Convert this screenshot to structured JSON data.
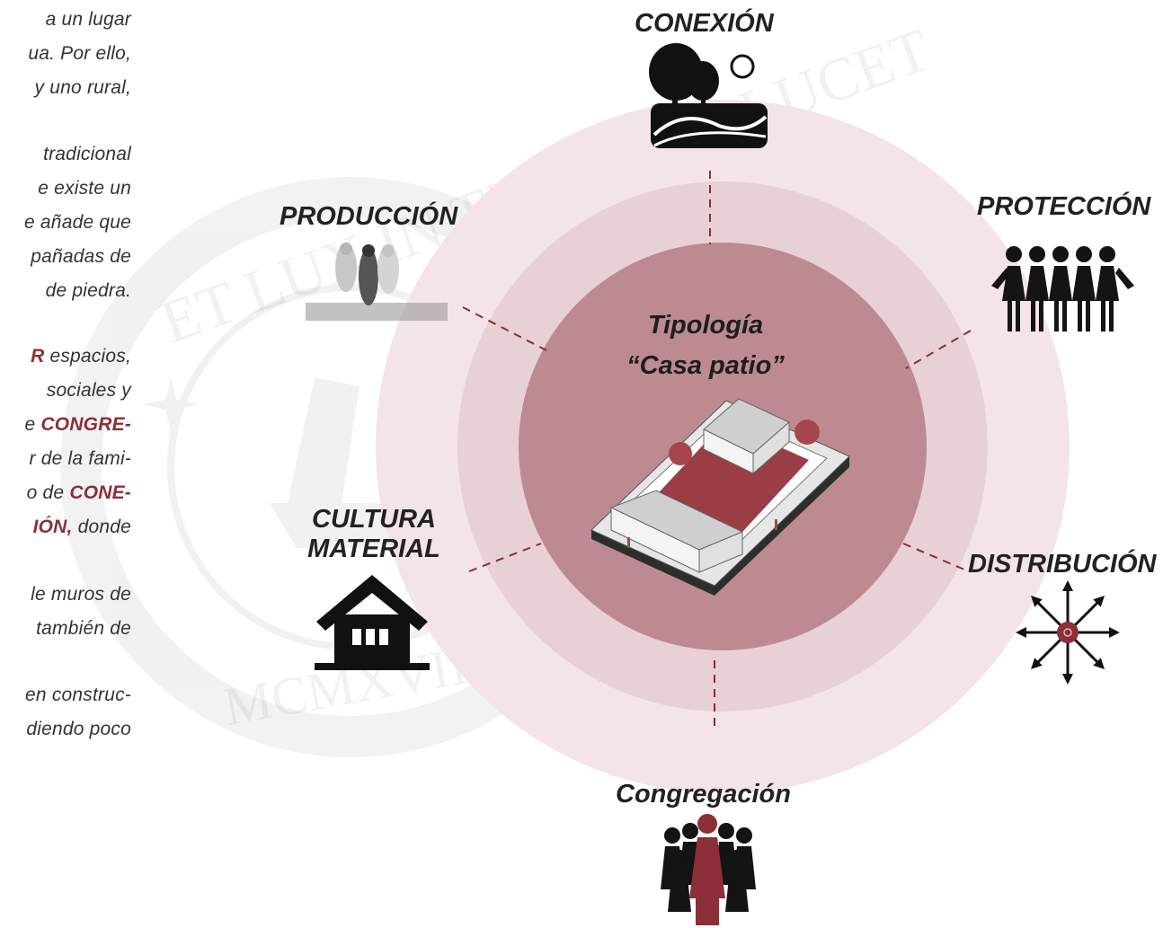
{
  "left_text": {
    "lines": [
      {
        "pre": "a un lugar",
        "strong": "",
        "post": ""
      },
      {
        "pre": "ua. Por ello,",
        "strong": "",
        "post": ""
      },
      {
        "pre": "y uno rural,",
        "strong": "",
        "post": ""
      },
      {
        "pre": "tradicional",
        "strong": "",
        "post": ""
      },
      {
        "pre": "e existe un",
        "strong": "",
        "post": ""
      },
      {
        "pre": "e añade que",
        "strong": "",
        "post": ""
      },
      {
        "pre": "pañadas de",
        "strong": "",
        "post": ""
      },
      {
        "pre": "de piedra.",
        "strong": "",
        "post": ""
      },
      {
        "pre": "",
        "strong": "R",
        "post": " espacios,"
      },
      {
        "pre": "sociales y",
        "strong": "",
        "post": ""
      },
      {
        "pre": "e ",
        "strong": "CONGRE-",
        "post": ""
      },
      {
        "pre": "r de la fami-",
        "strong": "",
        "post": ""
      },
      {
        "pre": "o de ",
        "strong": "CONE-",
        "post": ""
      },
      {
        "pre": "",
        "strong": "IÓN,",
        "post": " donde"
      },
      {
        "pre": "le muros de",
        "strong": "",
        "post": ""
      },
      {
        "pre": "también de",
        "strong": "",
        "post": ""
      },
      {
        "pre": "en construc-",
        "strong": "",
        "post": ""
      },
      {
        "pre": "diendo poco",
        "strong": "",
        "post": ""
      }
    ]
  },
  "watermark": {
    "text_top": "ET LUX IN TENEBRIS LUCET",
    "text_bottom": "MCMXVII"
  },
  "center": {
    "title_line1": "Tipología",
    "title_line2": "“Casa patio”"
  },
  "labels": {
    "conexion": "CONEXIÓN",
    "produccion": "PRODUCCIÓN",
    "proteccion": "PROTECCIÓN",
    "cultura_line1": "CULTURA",
    "cultura_line2": "MATERIAL",
    "distribucion": "DISTRIBUCIÓN",
    "congregacion": "Congregación"
  },
  "icons": {
    "conexion": "tree-landscape-icon",
    "produccion": "farm-workers-icon",
    "proteccion": "people-group-icon",
    "cultura": "house-icon",
    "distribucion": "arrows-radiating-icon",
    "congregacion": "crowd-icon"
  },
  "colors": {
    "ring_outer": "#f3e4e7",
    "ring_middle": "#e8d1d5",
    "ring_inner": "#bd8a92",
    "accent": "#8c2f38",
    "patio": "#9a3d45",
    "dash": "#8b2c35",
    "text": "#222222"
  }
}
